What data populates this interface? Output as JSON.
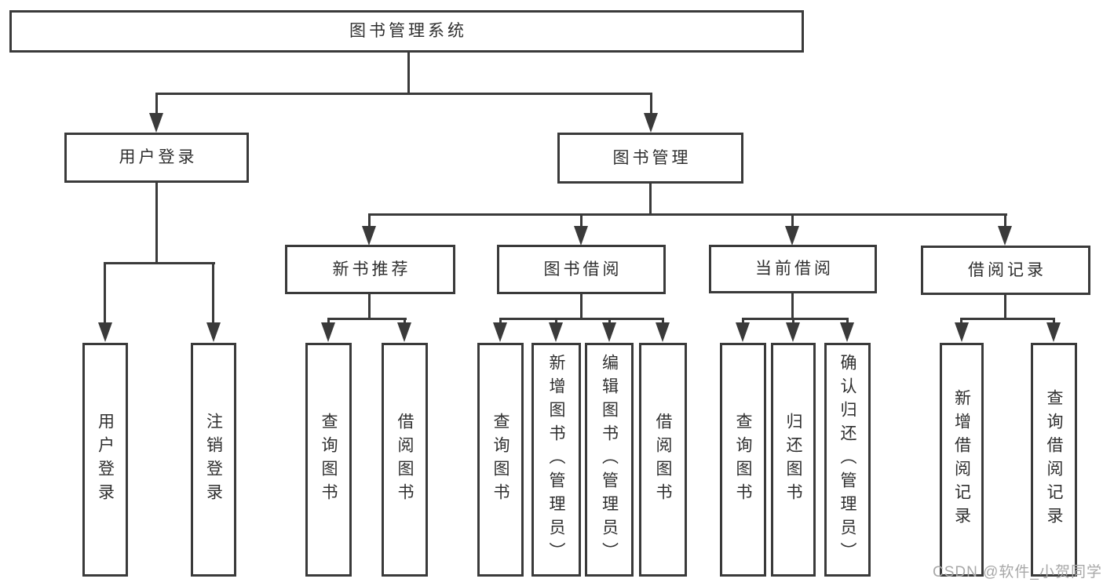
{
  "diagram": {
    "root": {
      "label": "图书管理系统"
    },
    "branches": [
      {
        "label": "用户登录",
        "children": [
          {
            "label": "用户登录"
          },
          {
            "label": "注销登录"
          }
        ]
      },
      {
        "label": "图书管理",
        "sections": [
          {
            "label": "新书推荐",
            "children": [
              {
                "label": "查询图书"
              },
              {
                "label": "借阅图书"
              }
            ]
          },
          {
            "label": "图书借阅",
            "children": [
              {
                "label": "查询图书"
              },
              {
                "label": "新增图书（管理员）"
              },
              {
                "label": "编辑图书（管理员）"
              },
              {
                "label": "借阅图书"
              }
            ]
          },
          {
            "label": "当前借阅",
            "children": [
              {
                "label": "查询图书"
              },
              {
                "label": "归还图书"
              },
              {
                "label": "确认归还（管理员）"
              }
            ]
          },
          {
            "label": "借阅记录",
            "children": [
              {
                "label": "新增借阅记录"
              },
              {
                "label": "查询借阅记录"
              }
            ]
          }
        ]
      }
    ]
  },
  "watermark": "CSDN @软件_小贺同学",
  "colors": {
    "line": "#3a3a3a",
    "text": "#2f2f2f",
    "background": "#ffffff",
    "watermark": "#a8a8a8"
  }
}
